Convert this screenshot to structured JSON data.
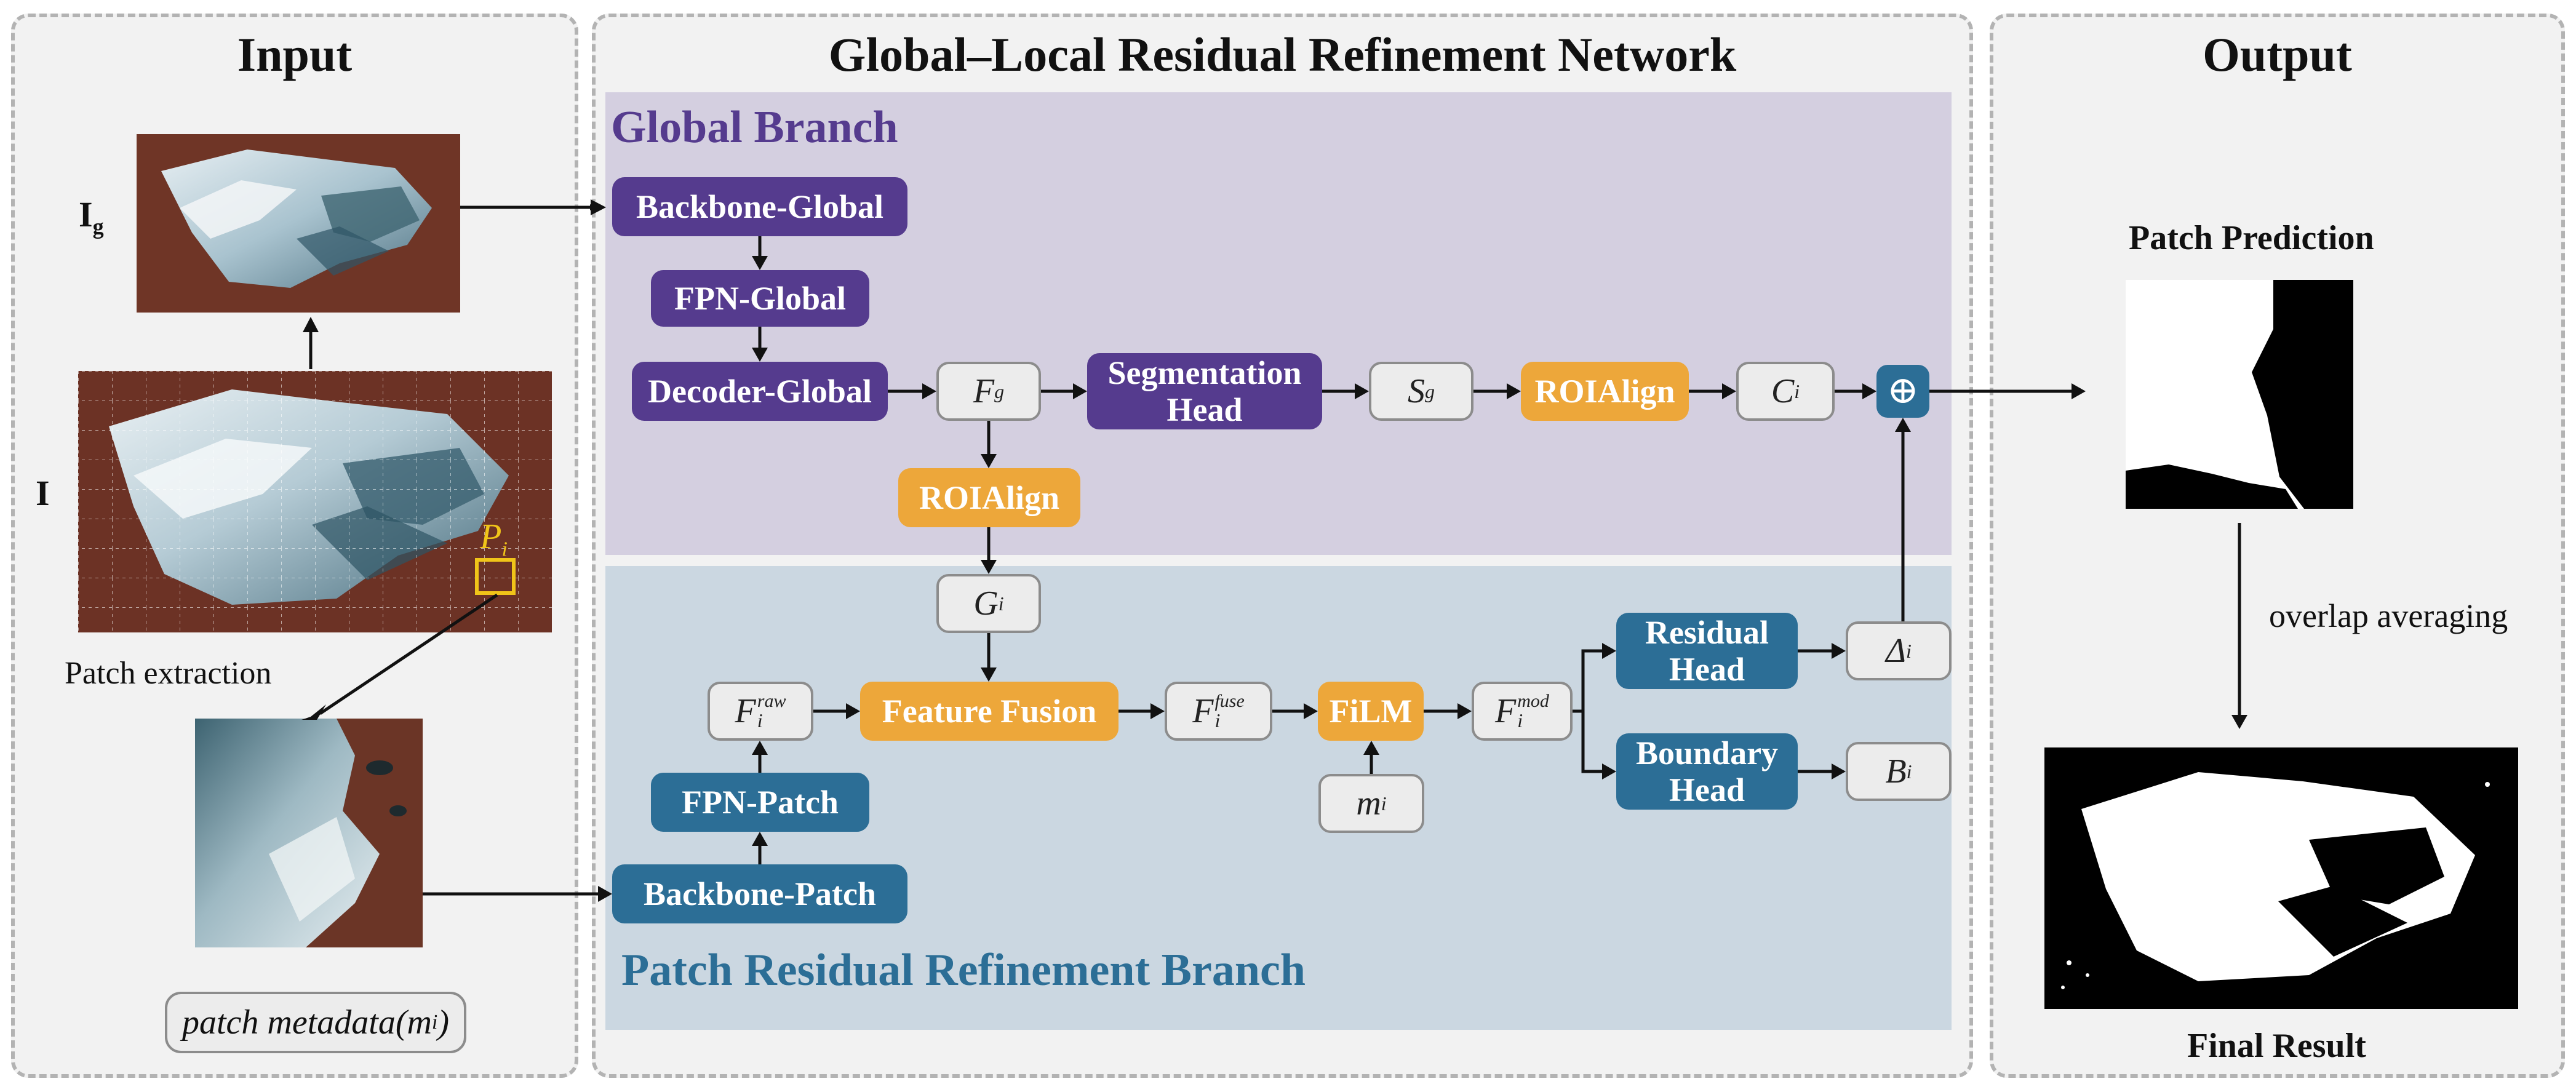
{
  "panels": {
    "input_title": "Input",
    "network_title": "Global–Local Residual Refinement Network",
    "output_title": "Output"
  },
  "input": {
    "label_ig_main": "I",
    "label_ig_sub": "g",
    "label_i": "I",
    "patch_label_main": "P",
    "patch_label_sub": "i",
    "patch_extraction": "Patch extraction",
    "metadata_main": "patch metadata(m",
    "metadata_sub": "i",
    "metadata_end": ")"
  },
  "global_branch": {
    "title": "Global Branch",
    "backbone": "Backbone-Global",
    "fpn": "FPN-Global",
    "decoder": "Decoder-Global",
    "seg_head_line1": "Segmentation",
    "seg_head_line2": "Head",
    "roialign_top": "ROIAlign",
    "roialign_mid": "ROIAlign",
    "fg_main": "F",
    "fg_sub": "g",
    "sg_main": "S",
    "sg_sub": "g",
    "ci_main": "C",
    "ci_sub": "i",
    "gi_main": "G",
    "gi_sub": "i",
    "plus_symbol": "⊕"
  },
  "patch_branch": {
    "title": "Patch Residual Refinement Branch",
    "backbone": "Backbone-Patch",
    "fpn": "FPN-Patch",
    "feature_fusion": "Feature Fusion",
    "film": "FiLM",
    "residual_head_line1": "Residual",
    "residual_head_line2": "Head",
    "boundary_head_line1": "Boundary",
    "boundary_head_line2": "Head",
    "fraw_main": "F",
    "fraw_sub": "i",
    "fraw_sup": "raw",
    "ffuse_main": "F",
    "ffuse_sub": "i",
    "ffuse_sup": "fuse",
    "fmod_main": "F",
    "fmod_sub": "i",
    "fmod_sup": "mod",
    "mi_main": "m",
    "mi_sub": "i",
    "delta_main": "Δ",
    "delta_sub": "i",
    "bi_main": "B",
    "bi_sub": "i"
  },
  "output": {
    "patch_prediction": "Patch Prediction",
    "overlap_averaging": "overlap averaging",
    "final_result": "Final Result"
  },
  "colors": {
    "purple": "#553b8e",
    "orange": "#eda73a",
    "blue": "#2c6e96",
    "global_bg": "#d4cfe0",
    "patch_bg": "#cbd7e1",
    "patch_marker": "#f0c419"
  }
}
